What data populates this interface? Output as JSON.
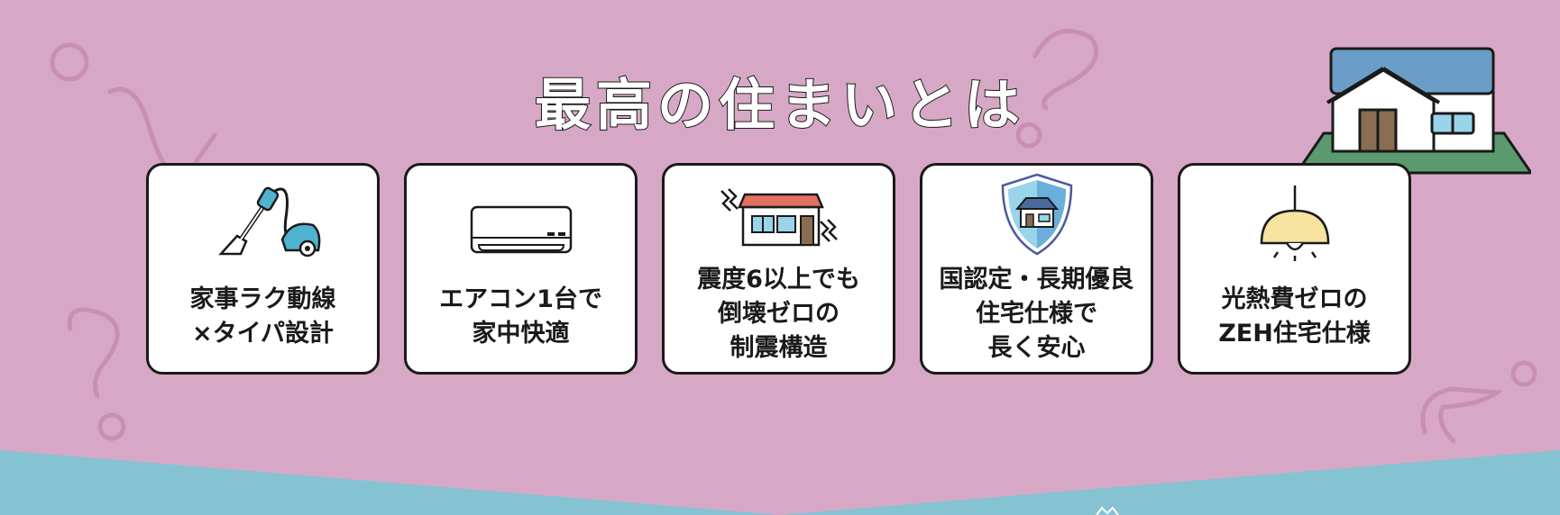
{
  "heading": {
    "title": "最高の住まいとは"
  },
  "features": [
    {
      "icon": "vacuum-cleaner-icon",
      "label": "家事ラク動線\n×タイパ設計"
    },
    {
      "icon": "air-conditioner-icon",
      "label": "エアコン1台で\n家中快適"
    },
    {
      "icon": "earthquake-house-icon",
      "label": "震度6以上でも\n倒壊ゼロの\n制震構造"
    },
    {
      "icon": "shield-house-icon",
      "label": "国認定・長期優良\n住宅仕様で\n長く安心"
    },
    {
      "icon": "pendant-lamp-icon",
      "label": "光熱費ゼロの\nZEH住宅仕様"
    }
  ],
  "colors": {
    "background": "#d7a8c6",
    "bottom_band": "#85c3d3",
    "roof_blue": "#6a9ec8",
    "lawn_green": "#5a9a6e",
    "accent_teal": "#4fb3cf"
  }
}
